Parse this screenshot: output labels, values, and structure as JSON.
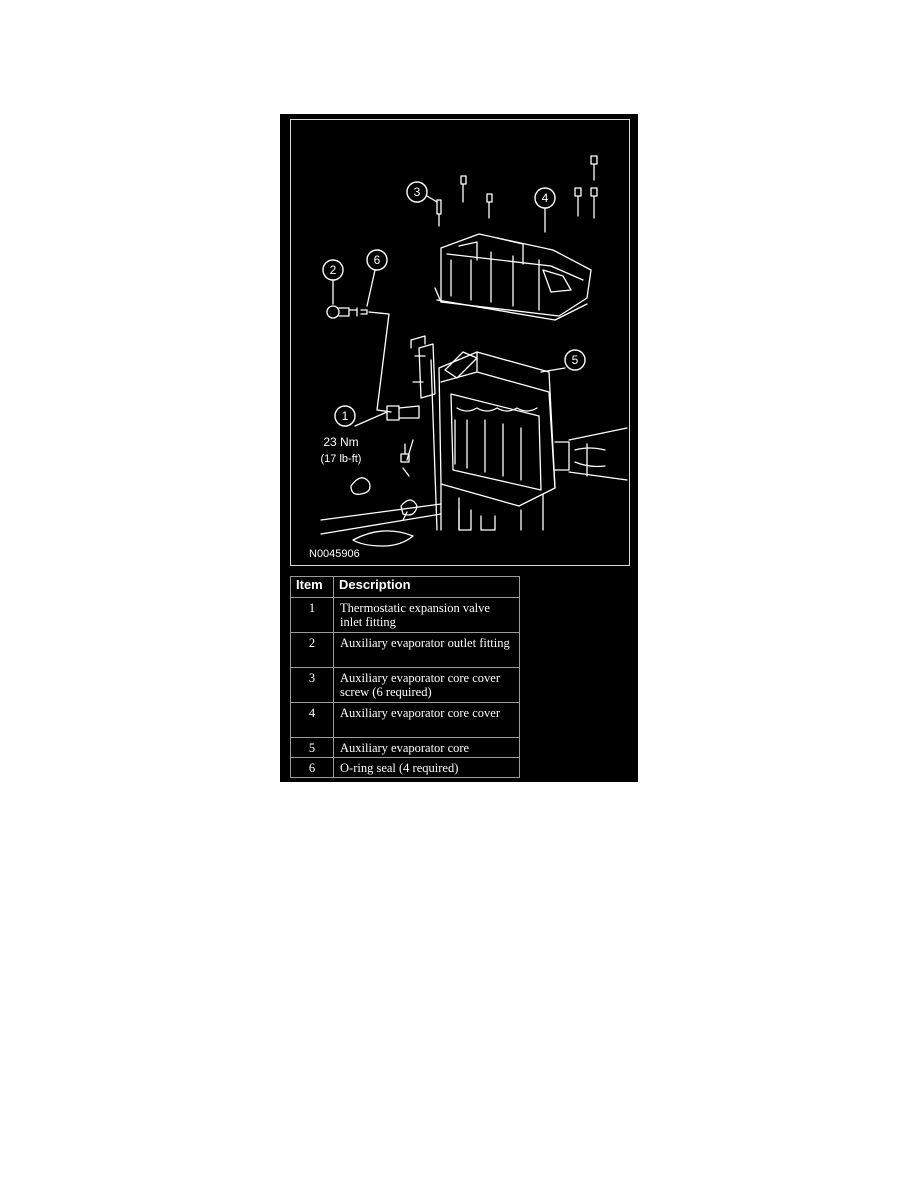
{
  "figure": {
    "code": "N0045906",
    "torque_value": "23 Nm",
    "torque_imperial": "(17 lb-ft)",
    "callouts": [
      "1",
      "2",
      "3",
      "4",
      "5",
      "6"
    ],
    "colors": {
      "background": "#000000",
      "lines": "#ffffff"
    }
  },
  "legend": {
    "headers": {
      "item": "Item",
      "description": "Description"
    },
    "rows": [
      {
        "item": "1",
        "description": "Thermostatic expansion valve inlet fitting"
      },
      {
        "item": "2",
        "description": "Auxiliary evaporator outlet fitting"
      },
      {
        "item": "3",
        "description": "Auxiliary evaporator core cover screw (6 required)"
      },
      {
        "item": "4",
        "description": "Auxiliary evaporator core cover"
      },
      {
        "item": "5",
        "description": "Auxiliary evaporator core"
      },
      {
        "item": "6",
        "description": "O-ring seal (4 required)"
      }
    ]
  }
}
